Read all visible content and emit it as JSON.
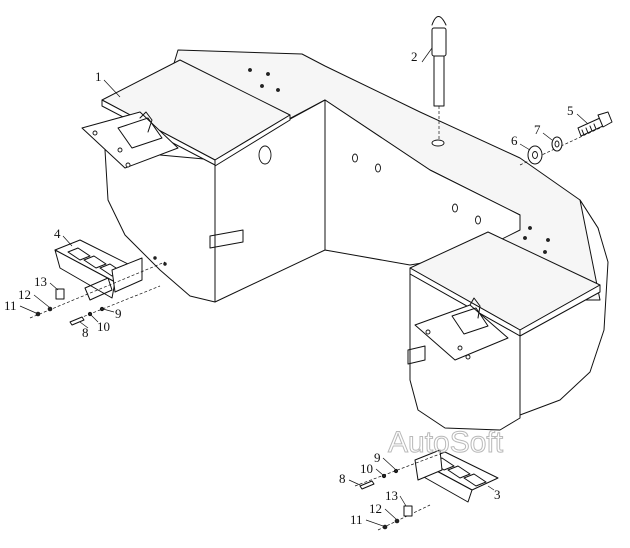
{
  "watermark": "AutoSoft",
  "callouts": [
    {
      "id": "1",
      "label": "1"
    },
    {
      "id": "2",
      "label": "2"
    },
    {
      "id": "3",
      "label": "3"
    },
    {
      "id": "4",
      "label": "4"
    },
    {
      "id": "5",
      "label": "5"
    },
    {
      "id": "6",
      "label": "6"
    },
    {
      "id": "7",
      "label": "7"
    },
    {
      "id": "8a",
      "label": "8"
    },
    {
      "id": "9a",
      "label": "9"
    },
    {
      "id": "10a",
      "label": "10"
    },
    {
      "id": "11a",
      "label": "11"
    },
    {
      "id": "12a",
      "label": "12"
    },
    {
      "id": "13a",
      "label": "13"
    },
    {
      "id": "8b",
      "label": "8"
    },
    {
      "id": "9b",
      "label": "9"
    },
    {
      "id": "10b",
      "label": "10"
    },
    {
      "id": "11b",
      "label": "11"
    },
    {
      "id": "12b",
      "label": "12"
    },
    {
      "id": "13b",
      "label": "13"
    }
  ]
}
